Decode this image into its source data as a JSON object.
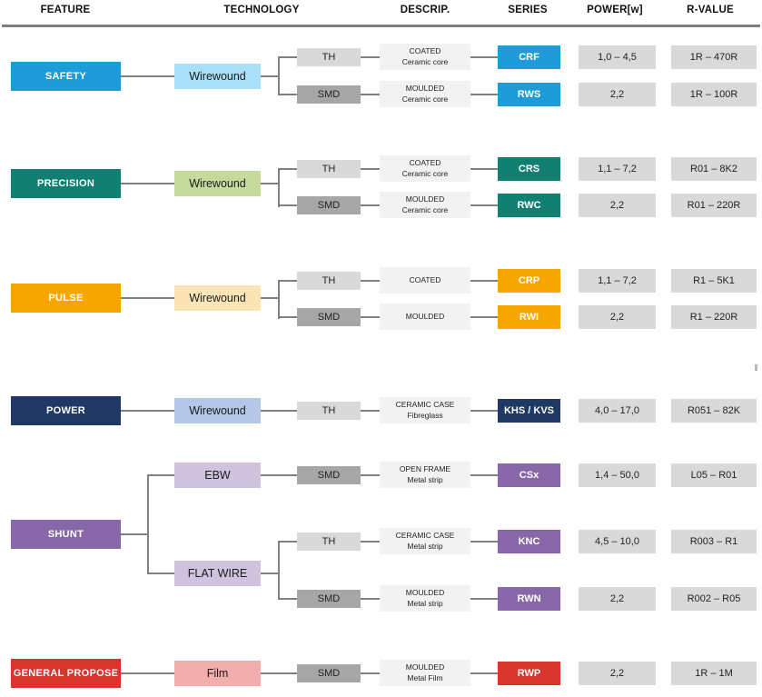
{
  "header": {
    "columns": [
      "FEATURE",
      "TECHNOLOGY",
      "DESCRIP.",
      "SERIES",
      "POWER[w]",
      "R-VALUE"
    ]
  },
  "palette": {
    "th": "#D9D9D9",
    "smd": "#A6A6A6",
    "desc_bg": "#F2F2F2",
    "value_bg": "#D9D9D9",
    "line": "#808080"
  },
  "tree": [
    {
      "feature": "SAFETY",
      "color": "#1E9CD7",
      "techs": [
        {
          "label": "Wirewound",
          "color": "#A9DFF7",
          "branches": [
            {
              "mount": "TH",
              "desc1": "COATED",
              "desc2": "Ceramic core",
              "series": "CRF",
              "power": "1,0 – 4,5",
              "rvalue": "1R – 470R"
            },
            {
              "mount": "SMD",
              "desc1": "MOULDED",
              "desc2": "Ceramic core",
              "series": "RWS",
              "power": "2,2",
              "rvalue": "1R – 100R"
            }
          ]
        }
      ]
    },
    {
      "feature": "PRECISION",
      "color": "#118072",
      "techs": [
        {
          "label": "Wirewound",
          "color": "#C7DA9E",
          "branches": [
            {
              "mount": "TH",
              "desc1": "COATED",
              "desc2": "Ceramic core",
              "series": "CRS",
              "power": "1,1 – 7,2",
              "rvalue": "R01 – 8K2"
            },
            {
              "mount": "SMD",
              "desc1": "MOULDED",
              "desc2": "Ceramic core",
              "series": "RWC",
              "power": "2,2",
              "rvalue": "R01 – 220R"
            }
          ]
        }
      ]
    },
    {
      "feature": "PULSE",
      "color": "#F7A600",
      "techs": [
        {
          "label": "Wirewound",
          "color": "#FBE5B6",
          "branches": [
            {
              "mount": "TH",
              "desc1": "COATED",
              "desc2": "",
              "series": "CRP",
              "power": "1,1 – 7,2",
              "rvalue": "R1 – 5K1"
            },
            {
              "mount": "SMD",
              "desc1": "MOULDED",
              "desc2": "",
              "series": "RWI",
              "power": "2,2",
              "rvalue": "R1 – 220R"
            }
          ]
        }
      ]
    },
    {
      "feature": "POWER",
      "color": "#1F3864",
      "techs": [
        {
          "label": "Wirewound",
          "color": "#B4C7E7",
          "branches": [
            {
              "mount": "TH",
              "desc1": "CERAMIC CASE",
              "desc2": "Fibreglass",
              "series": "KHS / KVS",
              "power": "4,0 – 17,0",
              "rvalue": "R051 – 82K"
            }
          ]
        }
      ]
    },
    {
      "feature": "SHUNT",
      "color": "#8767A8",
      "techs": [
        {
          "label": "EBW",
          "color": "#CFC3E0",
          "branches": [
            {
              "mount": "SMD",
              "desc1": "OPEN FRAME",
              "desc2": "Metal strip",
              "series": "CSx",
              "power": "1,4 – 50,0",
              "rvalue": "L05 – R01"
            }
          ]
        },
        {
          "label": "FLAT WIRE",
          "color": "#CFC3E0",
          "branches": [
            {
              "mount": "TH",
              "desc1": "CERAMIC CASE",
              "desc2": "Metal strip",
              "series": "KNC",
              "power": "4,5 – 10,0",
              "rvalue": "R003 – R1"
            },
            {
              "mount": "SMD",
              "desc1": "MOULDED",
              "desc2": "Metal strip",
              "series": "RWN",
              "power": "2,2",
              "rvalue": "R002 – R05"
            }
          ]
        }
      ]
    },
    {
      "feature": "GENERAL PROPOSE",
      "color": "#D9352F",
      "techs": [
        {
          "label": "Film",
          "color": "#F2AEAC",
          "branches": [
            {
              "mount": "SMD",
              "desc1": "MOULDED",
              "desc2": "Metal Film",
              "series": "RWP",
              "power": "2,2",
              "rvalue": "1R – 1M"
            }
          ]
        }
      ]
    }
  ]
}
